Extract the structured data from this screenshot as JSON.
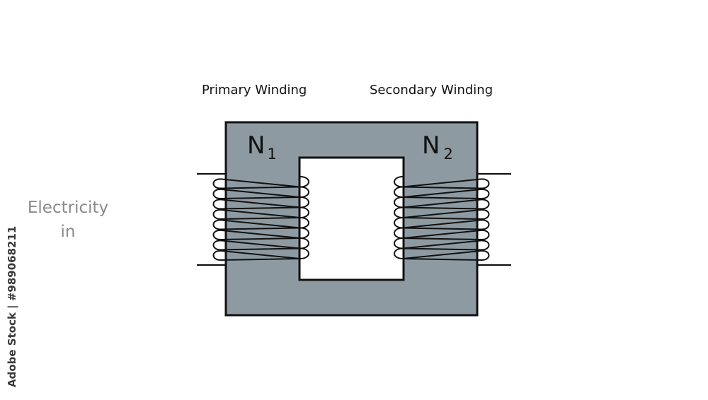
{
  "labels": {
    "primary_winding": "Primary Winding",
    "secondary_winding": "Secondary Winding",
    "side_line1": "Electricity",
    "side_line2": "in",
    "n1_base": "N",
    "n1_sub": "1",
    "n2_base": "N",
    "n2_sub": "2"
  },
  "watermark": {
    "id_text": "Adobe Stock | #989068211"
  },
  "diagram": {
    "primary_turns": 8,
    "secondary_turns": 8
  },
  "colors": {
    "core": "#8d9aa1",
    "stroke": "#111111",
    "background": "#ffffff",
    "side_text": "#8a8a8a"
  }
}
